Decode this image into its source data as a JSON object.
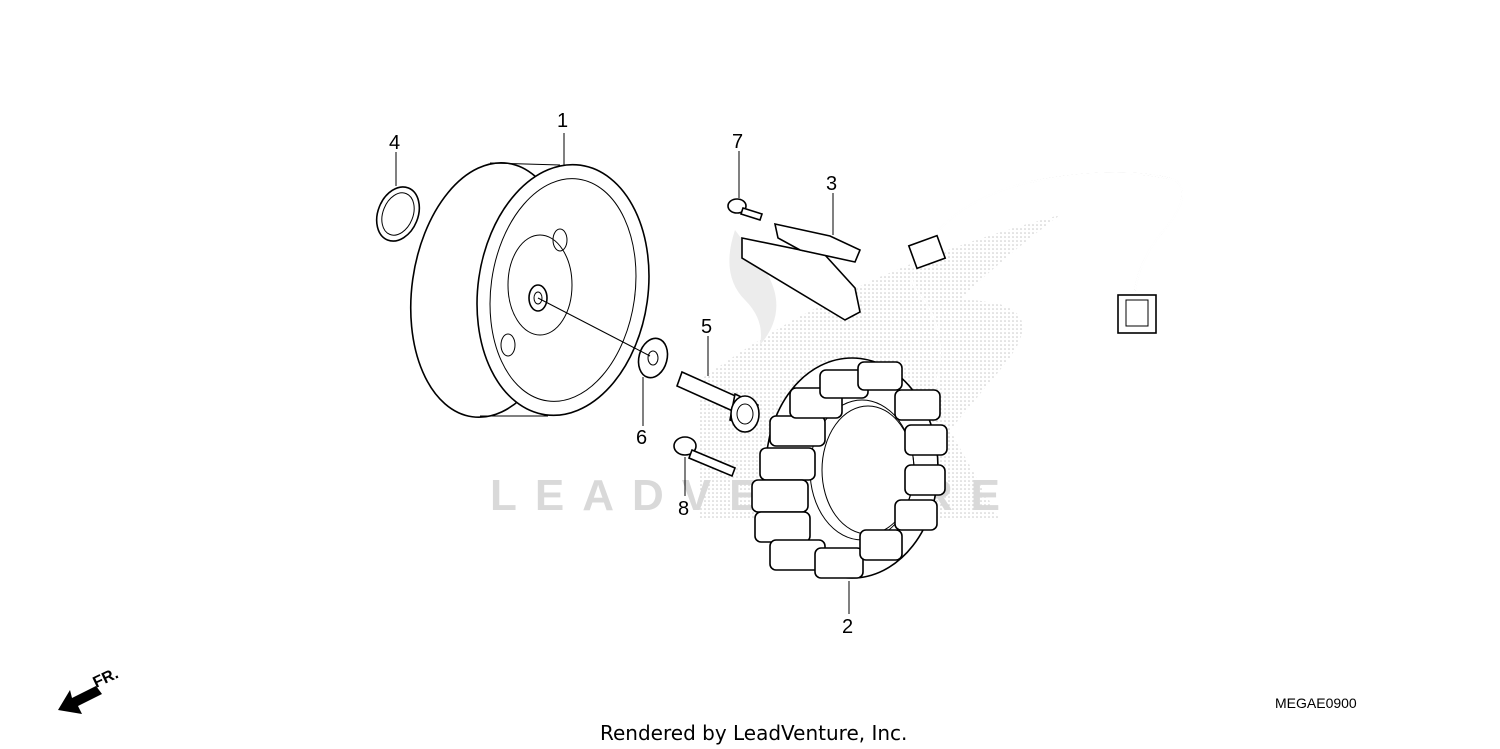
{
  "diagram": {
    "callouts": [
      {
        "id": "1",
        "label": "1"
      },
      {
        "id": "2",
        "label": "2"
      },
      {
        "id": "3",
        "label": "3"
      },
      {
        "id": "4",
        "label": "4"
      },
      {
        "id": "5",
        "label": "5"
      },
      {
        "id": "6",
        "label": "6"
      },
      {
        "id": "7",
        "label": "7"
      },
      {
        "id": "8",
        "label": "8"
      }
    ],
    "direction_label": "FR.",
    "diagram_code": "MEGAE0900",
    "credit": "Rendered by LeadVenture, Inc.",
    "watermark_text": "LEADVENTURE"
  }
}
